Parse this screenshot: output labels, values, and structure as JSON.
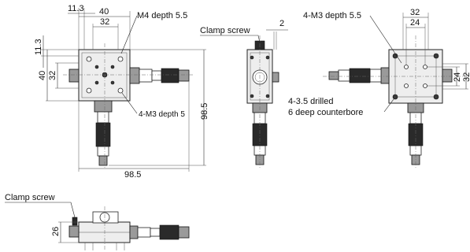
{
  "dimensions": {
    "d_11_3_top": "11.3",
    "d_40_top": "40",
    "d_32_top": "32",
    "d_11_3_left": "11.3",
    "d_40_left": "40",
    "d_32_left": "32",
    "d_98_5_vertical": "98.5",
    "d_98_5_horizontal": "98.5",
    "d_2_side": "2",
    "d_32_right_top": "32",
    "d_24_right_top": "24",
    "d_24_right_side": "24",
    "d_32_right_side": "32",
    "d_26_bottom": "26"
  },
  "annotations": {
    "m4_depth": "M4 depth 5.5",
    "m3_depth5": "4-M3 depth 5",
    "clamp_screw_side": "Clamp screw",
    "m3_depth55": "4-M3 depth 5.5",
    "drilled_line1": "4-3.5 drilled",
    "drilled_line2": "6 deep counterbore",
    "clamp_screw_bottom": "Clamp screw"
  },
  "colors": {
    "line": "#222222",
    "fill_light": "#eeeeee",
    "fill_dark": "#2a2a2a"
  }
}
